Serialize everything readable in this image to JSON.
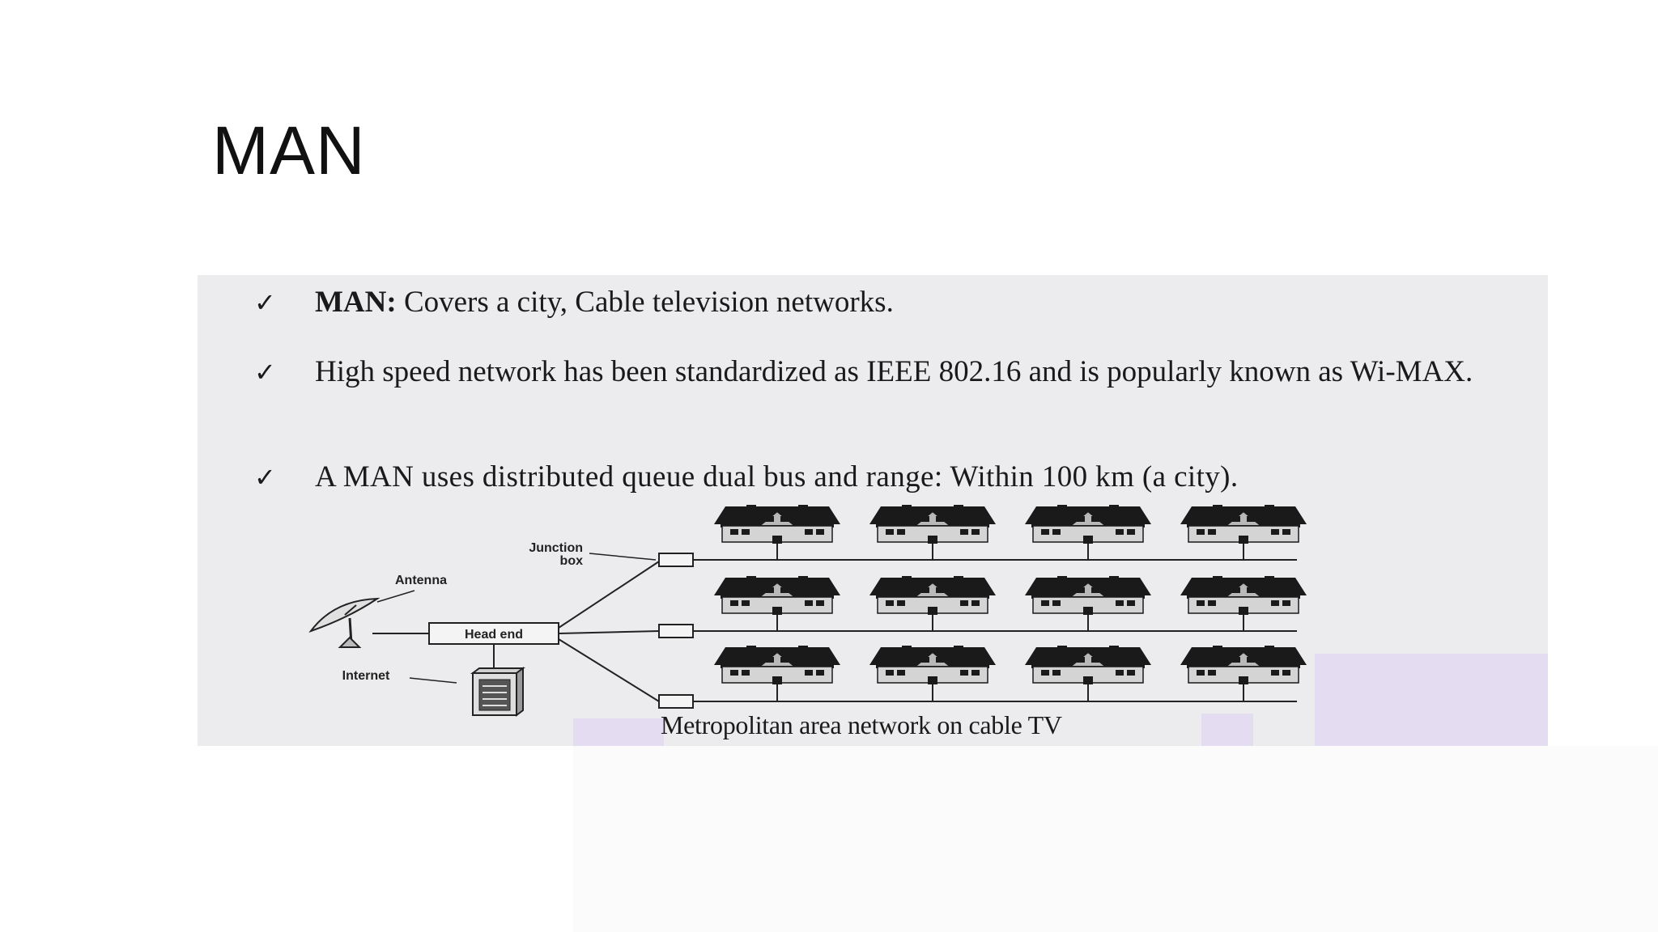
{
  "slide": {
    "title": "MAN"
  },
  "bullets": [
    {
      "label": "MAN:",
      "text": " Covers a city, Cable television networks."
    },
    {
      "label": "",
      "text": "High speed network has been standardized as IEEE 802.16 and is popularly known as Wi-MAX."
    },
    {
      "label": "",
      "text": "A MAN uses distributed queue dual bus and range: Within 100 km (a city)."
    }
  ],
  "diagram": {
    "labels": {
      "junction_box": [
        "Junction",
        "box"
      ],
      "antenna": "Antenna",
      "head_end": "Head end",
      "internet": "Internet"
    },
    "caption": "Metropolitan area network on cable TV",
    "house_rows": 3,
    "houses_per_row": 4
  },
  "colors": {
    "panel_background": "#ececee",
    "house_roof": "#1a1a1a",
    "overlay_lilac": "#e4dcf1"
  },
  "icons": [
    "check-icon",
    "satellite-dish-icon",
    "server-tower-icon",
    "house-icon"
  ]
}
